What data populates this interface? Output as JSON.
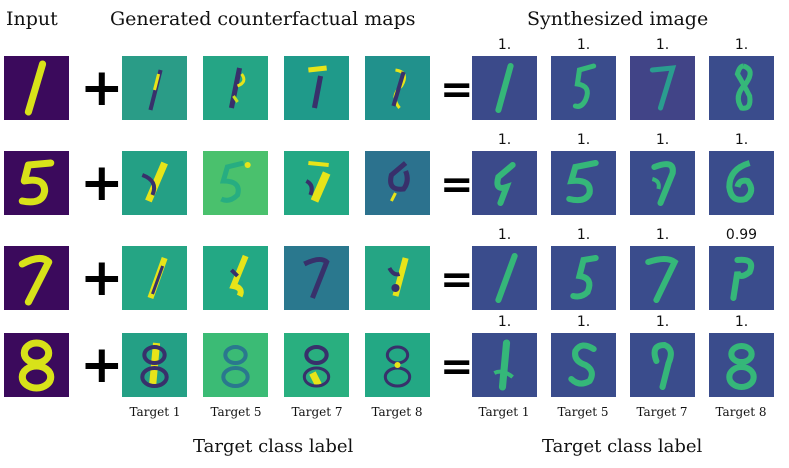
{
  "headers": {
    "input": "Input",
    "counterfactual": "Generated counterfactual maps",
    "synthesized": "Synthesized image"
  },
  "operators": {
    "plus": "+",
    "equals": "="
  },
  "rows": [
    {
      "input_digit": "1",
      "confidences": [
        "1.",
        "1.",
        "1.",
        "1."
      ]
    },
    {
      "input_digit": "5",
      "confidences": [
        "1.",
        "1.",
        "1.",
        "1."
      ]
    },
    {
      "input_digit": "7",
      "confidences": [
        "1.",
        "1.",
        "1.",
        "0.99"
      ]
    },
    {
      "input_digit": "8",
      "confidences": [
        "1.",
        "1.",
        "1.",
        "1."
      ]
    }
  ],
  "target_labels": [
    "Target 1",
    "Target 5",
    "Target 7",
    "Target 8"
  ],
  "axis_label": "Target class label",
  "colors": {
    "input_bg": "#3b0a5c",
    "input_stroke": "#d8e219",
    "map_bg": "#23a884",
    "map_bright": "#e7e419",
    "map_dark": "#38306b",
    "synth_bg": "#3a4c8c",
    "synth_stroke": "#35b779"
  }
}
